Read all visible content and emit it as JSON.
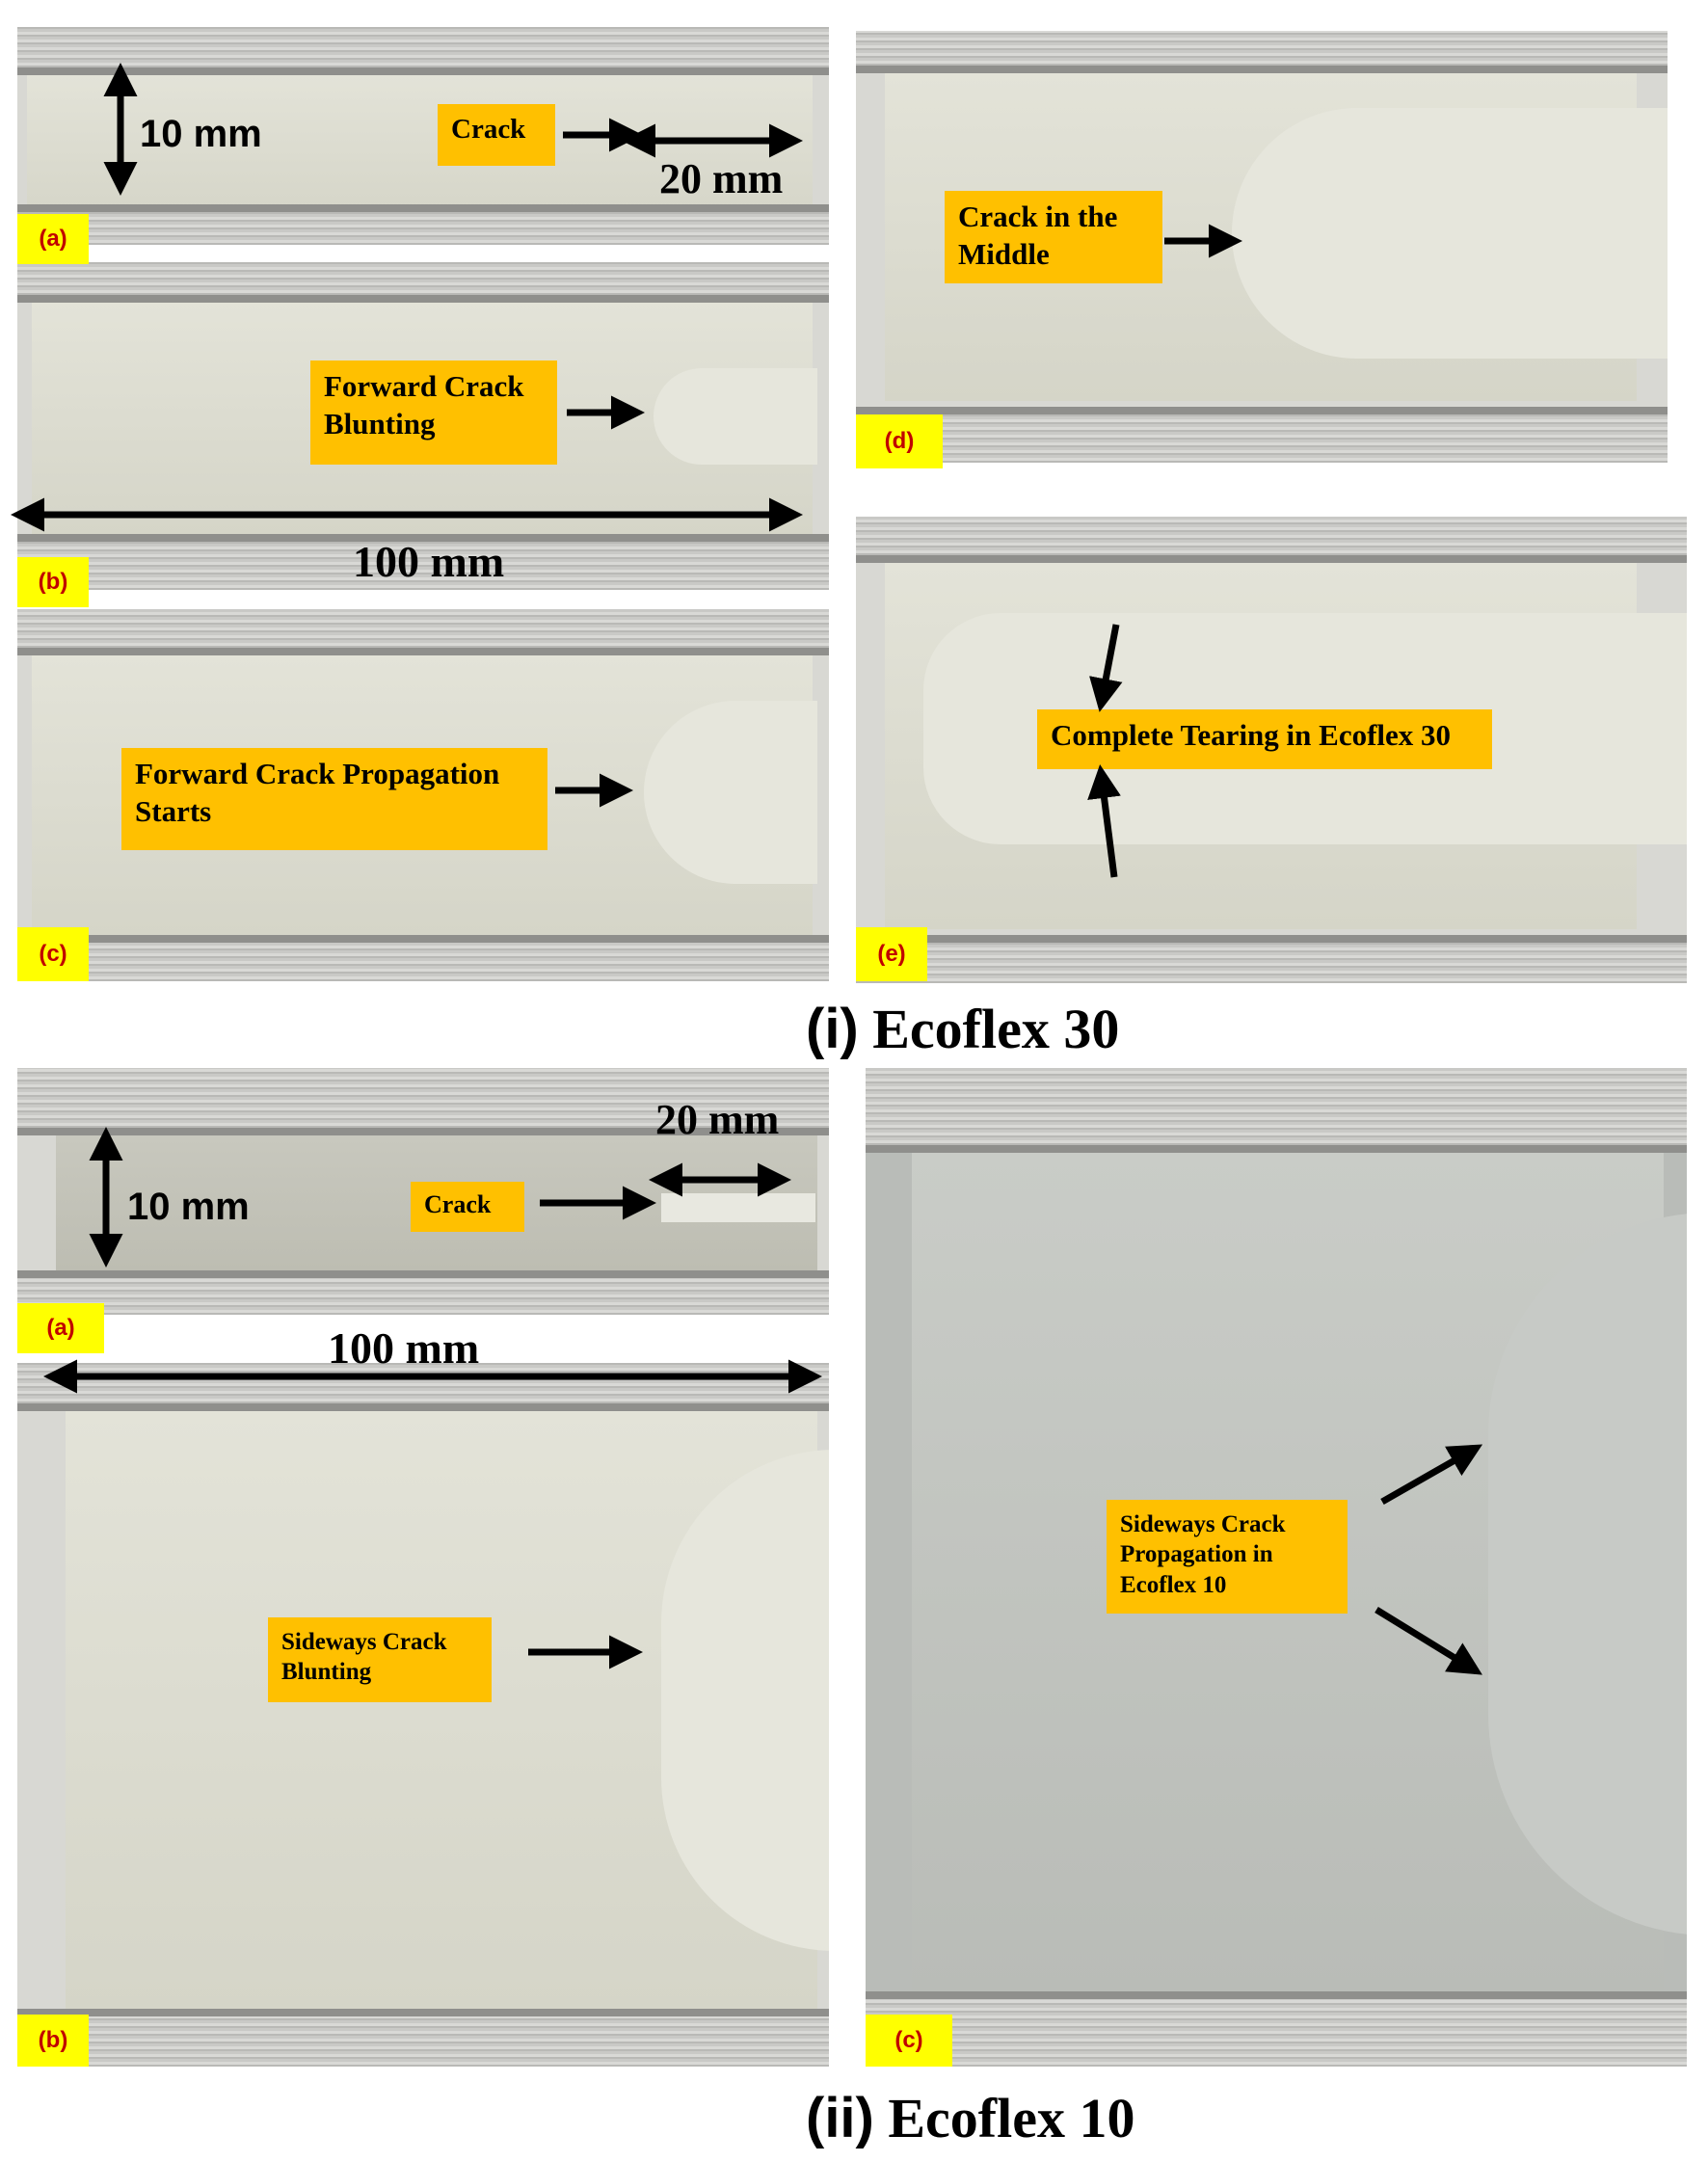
{
  "section_i": {
    "caption_num": "(i)",
    "caption_text": "Ecoflex 30",
    "panels": {
      "a": {
        "tag": "(a)",
        "dim_height": "10 mm",
        "dim_crack": "20 mm",
        "label": "Crack"
      },
      "b": {
        "tag": "(b)",
        "label_line1": "Forward Crack",
        "label_line2": "Blunting",
        "dim_length": "100 mm"
      },
      "c": {
        "tag": "(c)",
        "label_line1": "Forward Crack Propagation",
        "label_line2": "Starts"
      },
      "d": {
        "tag": "(d)",
        "label_line1": "Crack in the",
        "label_line2": "Middle"
      },
      "e": {
        "tag": "(e)",
        "label": "Complete Tearing in Ecoflex 30"
      }
    }
  },
  "section_ii": {
    "caption_num": "(ii)",
    "caption_text": "Ecoflex 10",
    "panels": {
      "a": {
        "tag": "(a)",
        "dim_height": "10 mm",
        "dim_crack": "20 mm",
        "label": "Crack"
      },
      "b": {
        "tag": "(b)",
        "dim_length": "100 mm",
        "label_line1": "Sideways Crack",
        "label_line2": "Blunting"
      },
      "c": {
        "tag": "(c)",
        "label_line1": "Sideways Crack",
        "label_line2": "Propagation in",
        "label_line3": "Ecoflex 10"
      }
    }
  },
  "colors": {
    "label_fill": "#ffc000",
    "tag_fill": "#ffff00",
    "tag_text": "#c00000"
  }
}
